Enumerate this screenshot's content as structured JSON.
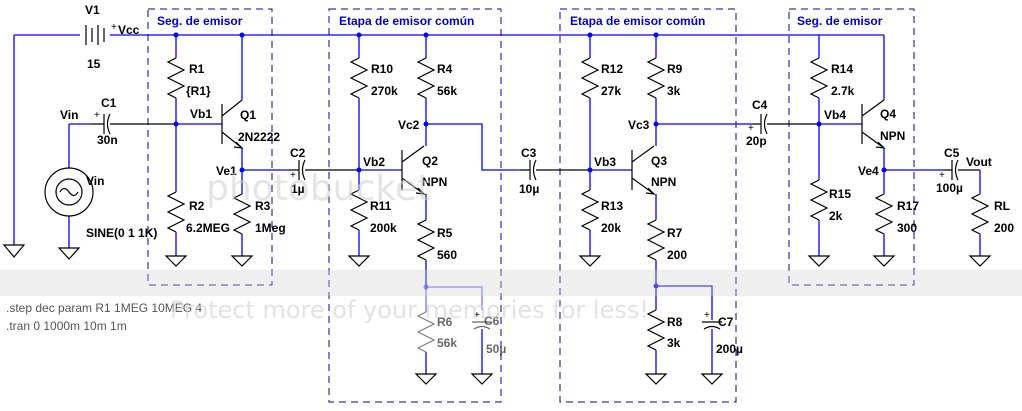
{
  "blocks": {
    "b1": "Seg. de emisor",
    "b2": "Etapa de emisor común",
    "b3": "Etapa de emisor común",
    "b4": "Seg. de emisor"
  },
  "components": {
    "v1": {
      "name": "V1",
      "value": "15",
      "node": "Vcc"
    },
    "vin": {
      "name": "Vin",
      "source": "Vin",
      "value": "SINE(0 1 1K)"
    },
    "c1": {
      "name": "C1",
      "value": "30n"
    },
    "r1": {
      "name": "R1",
      "value": "{R1}"
    },
    "vb1": "Vb1",
    "q1": {
      "name": "Q1",
      "model": "2N2222"
    },
    "r2": {
      "name": "R2",
      "value": "6.2MEG"
    },
    "ve1": "Ve1",
    "r3": {
      "name": "R3",
      "value": "1Meg"
    },
    "c2": {
      "name": "C2",
      "value": "1µ"
    },
    "r10": {
      "name": "R10",
      "value": "270k"
    },
    "r4": {
      "name": "R4",
      "value": "56k"
    },
    "vc2": "Vc2",
    "vb2": "Vb2",
    "q2": {
      "name": "Q2",
      "model": "NPN"
    },
    "r11": {
      "name": "R11",
      "value": "200k"
    },
    "r5": {
      "name": "R5",
      "value": "560"
    },
    "r6": {
      "name": "R6",
      "value": "56k"
    },
    "c6": {
      "name": "C6",
      "value": "50µ"
    },
    "c3": {
      "name": "C3",
      "value": "10µ"
    },
    "r12": {
      "name": "R12",
      "value": "27k"
    },
    "r9": {
      "name": "R9",
      "value": "3k"
    },
    "vc3": "Vc3",
    "vb3": "Vb3",
    "q3": {
      "name": "Q3",
      "model": "NPN"
    },
    "r13": {
      "name": "R13",
      "value": "20k"
    },
    "r7": {
      "name": "R7",
      "value": "200"
    },
    "r8": {
      "name": "R8",
      "value": "3k"
    },
    "c7": {
      "name": "C7",
      "value": "200µ"
    },
    "c4": {
      "name": "C4",
      "value": "20p"
    },
    "r14": {
      "name": "R14",
      "value": "2.7k"
    },
    "vb4": "Vb4",
    "q4": {
      "name": "Q4",
      "model": "NPN"
    },
    "r15": {
      "name": "R15",
      "value": "2k"
    },
    "ve4": "Ve4",
    "r17": {
      "name": "R17",
      "value": "300"
    },
    "c5": {
      "name": "C5",
      "value": "100µ"
    },
    "vout": "Vout",
    "rl": {
      "name": "RL",
      "value": "200"
    }
  },
  "directives": [
    ".step dec param R1 1MEG 10MEG 4",
    ".tran 0 1000m 10m 1m"
  ],
  "watermark": {
    "brand": "photobucket",
    "tagline": "Protect more of your memories for less!"
  }
}
